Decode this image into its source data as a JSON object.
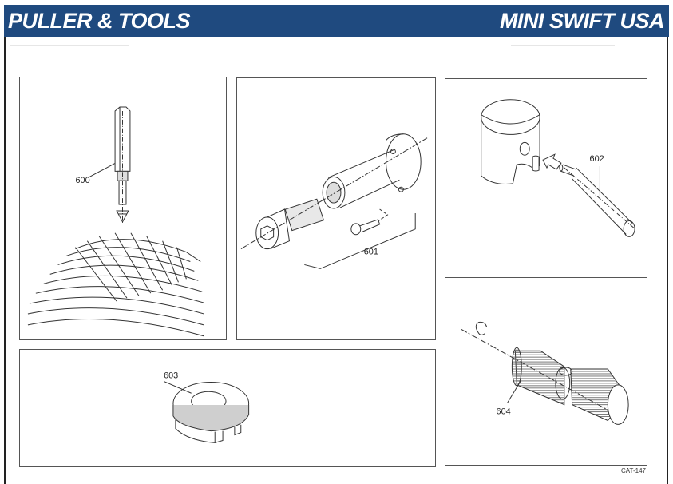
{
  "header": {
    "title": "PULLER & TOOLS",
    "brand": "MINI SWIFT USA",
    "background_color": "#1f4a7f",
    "text_color": "#ffffff"
  },
  "panels": [
    {
      "id": "600",
      "callout": "600",
      "depicts": "spark-plug-hole puller tool above cylinder head"
    },
    {
      "id": "601",
      "callout": "601",
      "depicts": "flywheel puller assembly with bolt and screws"
    },
    {
      "id": "602",
      "callout": "602",
      "depicts": "piston pin extractor tool with piston"
    },
    {
      "id": "603",
      "callout": "603",
      "depicts": "clutch/flange nut tool"
    },
    {
      "id": "604",
      "callout": "604",
      "depicts": "knurled sleeve tool with circlip"
    }
  ],
  "footer": {
    "catalog_code": "CAT-147"
  }
}
